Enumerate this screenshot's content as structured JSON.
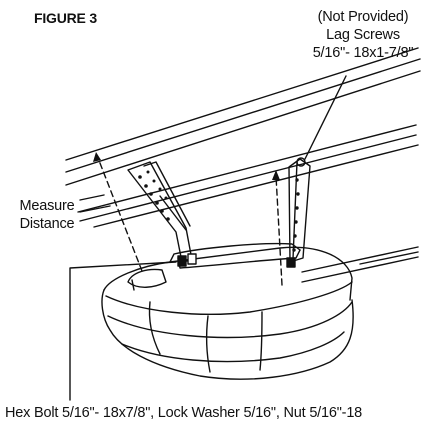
{
  "figure": {
    "title": "FIGURE 3"
  },
  "callouts": {
    "lag_screws": {
      "line1": "(Not Provided)",
      "line2": "Lag Screws",
      "line3": "5/16\"- 18x1-7/8\""
    },
    "measure_distance": {
      "line1": "Measure",
      "line2": "Distance"
    },
    "hardware": "Hex Bolt 5/16\"- 18x7/8\", Lock Washer 5/16\", Nut 5/16\"-18"
  },
  "colors": {
    "ink": "#111111",
    "paper": "#ffffff"
  }
}
